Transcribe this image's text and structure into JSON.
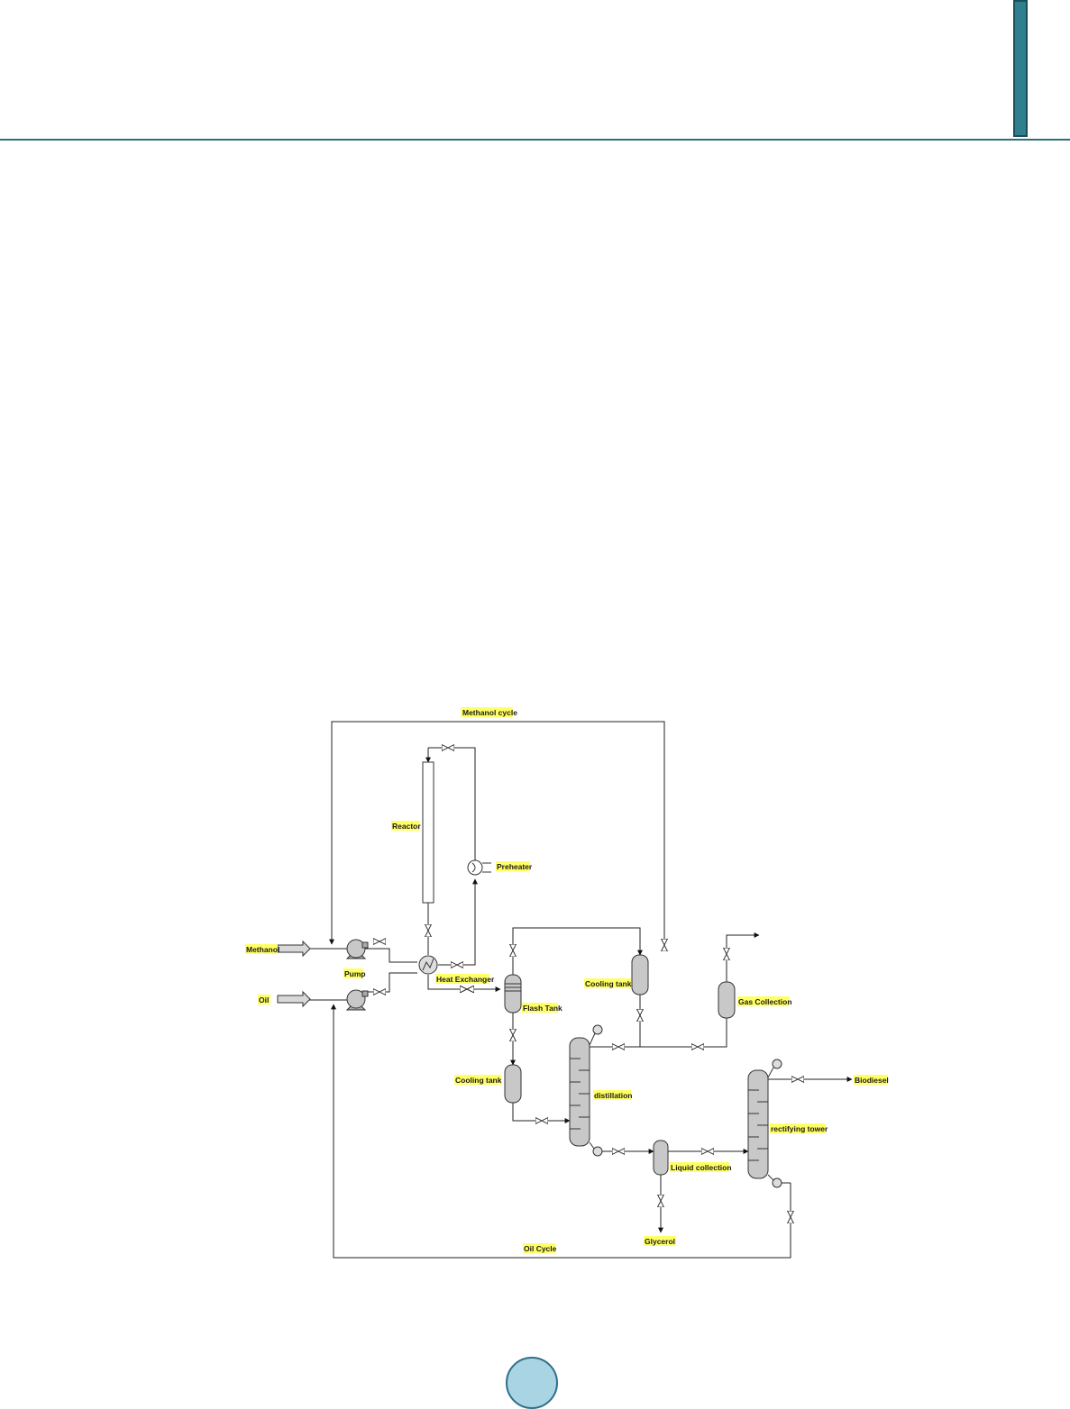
{
  "diagram": {
    "labels": {
      "methanol_cycle": "Methanol cycle",
      "reactor": "Reactor",
      "preheater": "Preheater",
      "methanol": "Methanol",
      "oil": "Oil",
      "pump": "Pump",
      "heat_exchanger": "Heat Exchanger",
      "flash_tank": "Flash Tank",
      "cooling_tank_upper": "Cooling tank",
      "gas_collection": "Gas Collection",
      "cooling_tank_lower": "Cooling tank",
      "distillation": "distillation",
      "biodiesel": "Biodiesel",
      "rectifying_tower": "rectifying tower",
      "liquid_collection": "Liquid collection",
      "glycerol": "Glycerol",
      "oil_cycle": "Oil Cycle"
    }
  },
  "colors": {
    "header_accent": "#2f7f8e",
    "label_highlight": "#ffff66",
    "page_circle": "#a9d4e3"
  }
}
